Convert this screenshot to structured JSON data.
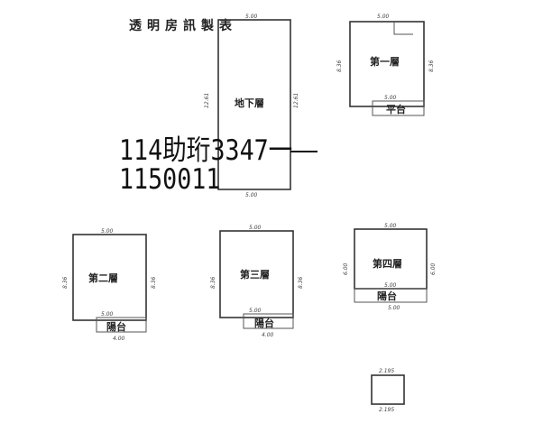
{
  "title": "透明房訊製表",
  "stamp": {
    "line1": "114助珩3347一",
    "line2": "1150011"
  },
  "floors": {
    "basement": {
      "label": "地下層",
      "top": "5.00",
      "left": "12.61",
      "right": "12.61",
      "bottom": "5.00"
    },
    "first": {
      "label": "第一層",
      "balcony": "平台",
      "top": "5.00",
      "side": "8.36",
      "inner": "5.00"
    },
    "second": {
      "label": "第二層",
      "balcony": "陽台",
      "top": "5.00",
      "side": "8.36",
      "inner": "5.00",
      "bottom": "4.00"
    },
    "third": {
      "label": "第三層",
      "balcony": "陽台",
      "top": "5.00",
      "side": "8.36",
      "inner": "5.00",
      "bottom": "4.00"
    },
    "fourth": {
      "label": "第四層",
      "balcony": "陽台",
      "top": "5.00",
      "side": "6.00",
      "inner": "5.00",
      "bottom": "5.00"
    },
    "roof": {
      "top": "2.195",
      "bottom": "2.195"
    }
  }
}
